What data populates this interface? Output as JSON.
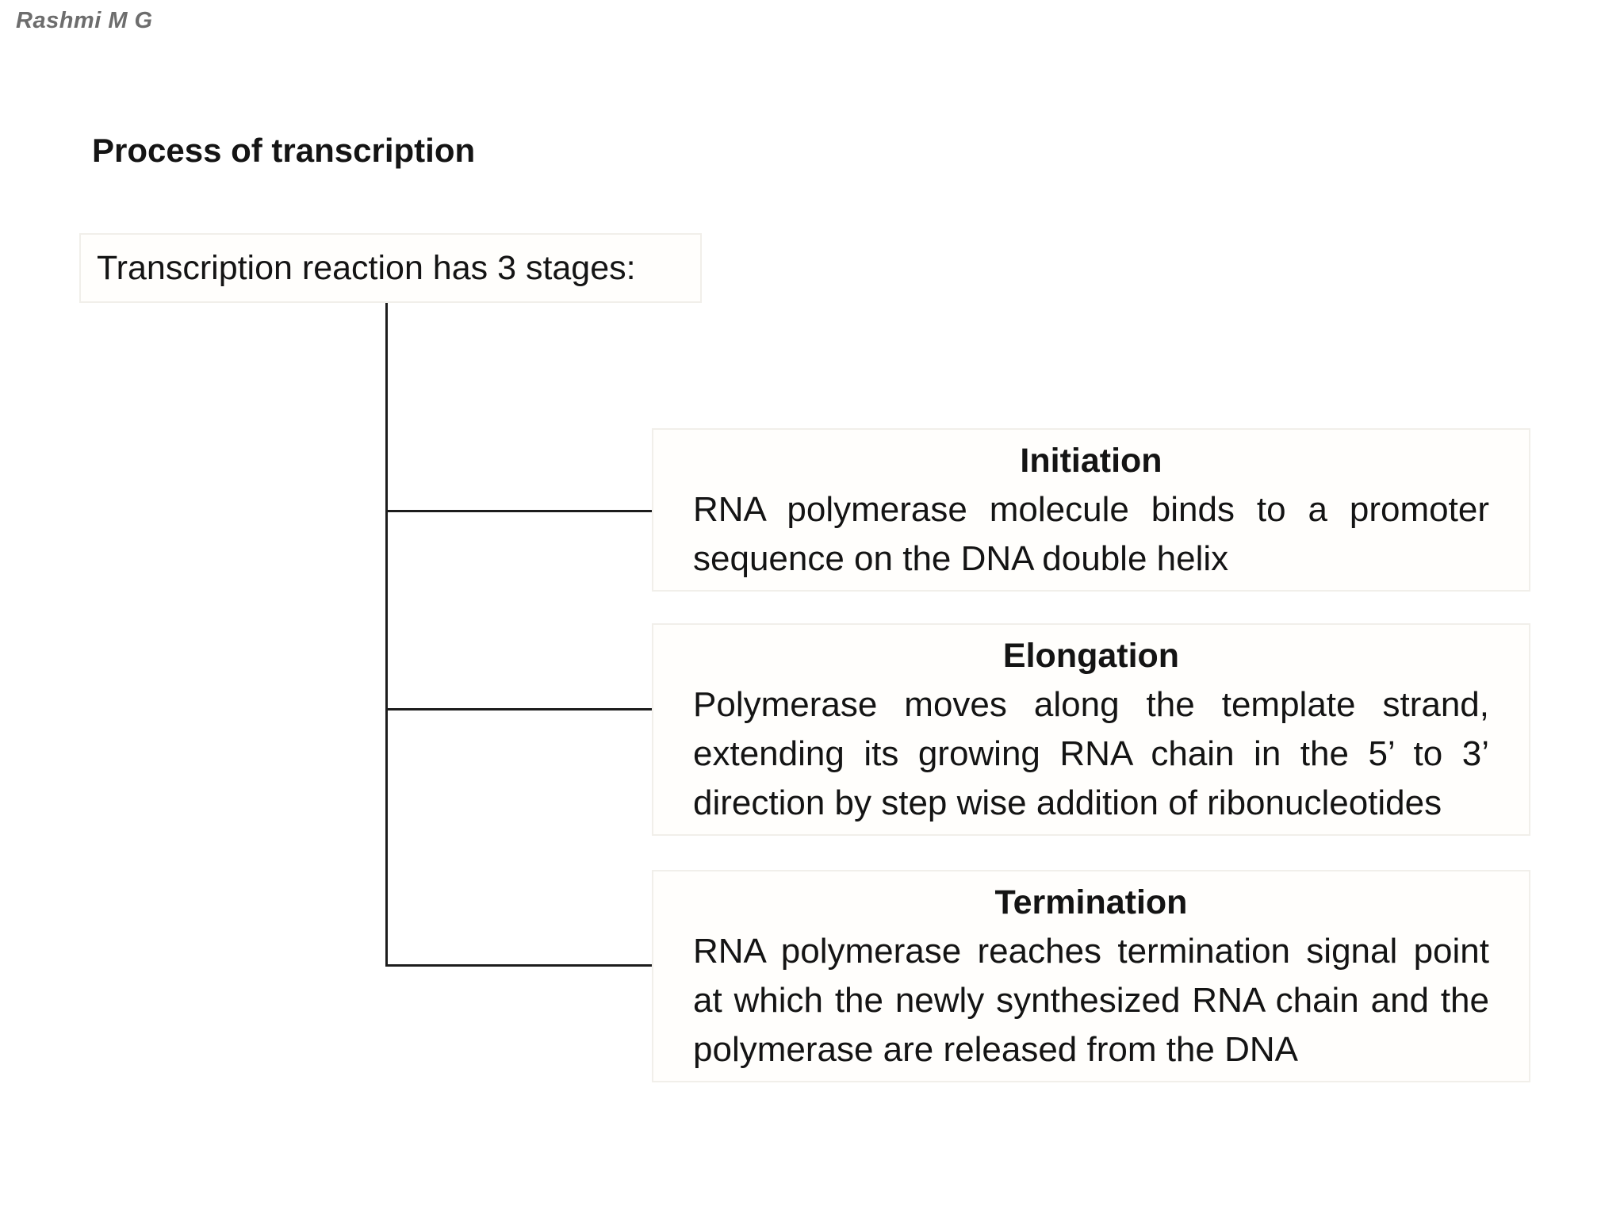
{
  "author": "Rashmi M G",
  "title": "Process of transcription",
  "root": {
    "label": "Transcription reaction has 3 stages:"
  },
  "stages": [
    {
      "name": "Initiation",
      "description": "RNA polymerase molecule binds to a promoter sequence on the DNA double helix"
    },
    {
      "name": "Elongation",
      "description": "Polymerase moves along the template strand, extending its growing RNA chain in the 5’ to 3’ direction by step wise addition of ribonucleotides"
    },
    {
      "name": "Termination",
      "description": "RNA polymerase reaches termination signal point at which the newly synthesized RNA chain and the polymerase are released from the DNA"
    }
  ],
  "colors": {
    "text": "#141414",
    "author_gray": "#6d6d6d",
    "line": "#1c1c1c",
    "accent_border": "#f1efea",
    "box_bg": "#fffefc",
    "page_bg": "#ffffff"
  }
}
